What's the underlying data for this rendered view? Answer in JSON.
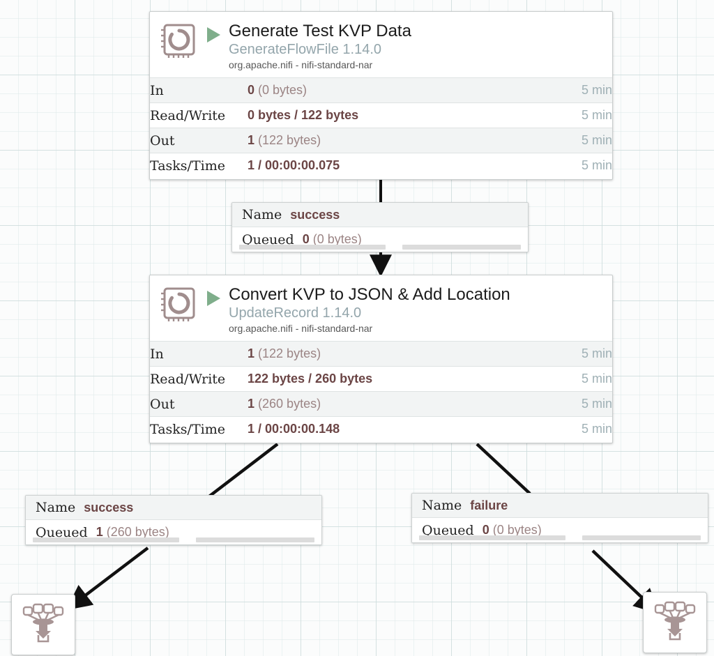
{
  "canvas": {
    "background_color": "#fbfcfc",
    "grid_color": "#cddbdb"
  },
  "theme": {
    "accent_run_green": "#7fae8b",
    "stat_value_color": "#6b4545",
    "stat_dim_color": "#9b8484",
    "processor_type_color": "#93a5ab",
    "time_color": "#9fb0b5",
    "edge_color": "#111111"
  },
  "processors": [
    {
      "id": "generate-test-kvp-data",
      "name": "Generate Test KVP Data",
      "type": "GenerateFlowFile 1.14.0",
      "bundle": "org.apache.nifi - nifi-standard-nar",
      "run_state": "running",
      "icon": "processor-chip-icon",
      "stats": [
        {
          "label": "In",
          "value_strong": "0",
          "value_dim": "(0 bytes)",
          "time": "5 min"
        },
        {
          "label": "Read/Write",
          "value_strong": "0 bytes / 122 bytes",
          "value_dim": "",
          "time": "5 min"
        },
        {
          "label": "Out",
          "value_strong": "1",
          "value_dim": "(122 bytes)",
          "time": "5 min"
        },
        {
          "label": "Tasks/Time",
          "value_strong": "1 / 00:00:00.075",
          "value_dim": "",
          "time": "5 min"
        }
      ]
    },
    {
      "id": "convert-kvp-to-json-add-location",
      "name": "Convert KVP to JSON & Add Location",
      "type": "UpdateRecord 1.14.0",
      "bundle": "org.apache.nifi - nifi-standard-nar",
      "run_state": "running",
      "icon": "processor-chip-icon",
      "stats": [
        {
          "label": "In",
          "value_strong": "1",
          "value_dim": "(122 bytes)",
          "time": "5 min"
        },
        {
          "label": "Read/Write",
          "value_strong": "122 bytes / 260 bytes",
          "value_dim": "",
          "time": "5 min"
        },
        {
          "label": "Out",
          "value_strong": "1",
          "value_dim": "(260 bytes)",
          "time": "5 min"
        },
        {
          "label": "Tasks/Time",
          "value_strong": "1 / 00:00:00.148",
          "value_dim": "",
          "time": "5 min"
        }
      ]
    }
  ],
  "connections": [
    {
      "id": "conn-success-top",
      "name_key": "Name",
      "name_value": "success",
      "queued_key": "Queued",
      "queued_strong": "0",
      "queued_dim": "(0 bytes)"
    },
    {
      "id": "conn-success-bottom",
      "name_key": "Name",
      "name_value": "success",
      "queued_key": "Queued",
      "queued_strong": "1",
      "queued_dim": "(260 bytes)"
    },
    {
      "id": "conn-failure-bottom",
      "name_key": "Name",
      "name_value": "failure",
      "queued_key": "Queued",
      "queued_strong": "0",
      "queued_dim": "(0 bytes)"
    }
  ],
  "funnels": [
    {
      "id": "funnel-left",
      "icon": "funnel-icon"
    },
    {
      "id": "funnel-right",
      "icon": "funnel-icon"
    }
  ]
}
